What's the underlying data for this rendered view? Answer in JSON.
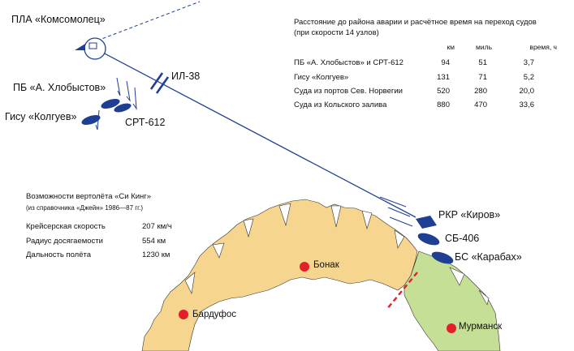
{
  "labels": {
    "sub": "ПЛА «Комсомолец»",
    "il38": "ИЛ-38",
    "pb": "ПБ «А. Хлобыстов»",
    "gisu": "Гису «Колгуев»",
    "srt": "СРТ-612",
    "rkr": "РКР «Киров»",
    "sb": "СБ-406",
    "bs": "БС «Карабах»",
    "bonak": "Бонак",
    "bardufos": "Бардуфос",
    "murmansk": "Мурманск"
  },
  "distance_table": {
    "title": "Расстояние до района аварии и расчётное время на переход судов",
    "subtitle": "(при скорости 14 узлов)",
    "headers": [
      "км",
      "миль",
      "время, ч"
    ],
    "rows": [
      {
        "name": "ПБ «А. Хлобыстов» и СРТ-612",
        "km": "94",
        "miles": "51",
        "time": "3,7"
      },
      {
        "name": "Гису «Колгуев»",
        "km": "131",
        "miles": "71",
        "time": "5,2"
      },
      {
        "name": "Суда из портов Сев. Норвегии",
        "km": "520",
        "miles": "280",
        "time": "20,0"
      },
      {
        "name": "Суда из Кольского залива",
        "km": "880",
        "miles": "470",
        "time": "33,6"
      }
    ]
  },
  "helicopter": {
    "title": "Возможности вертолёта «Си Кинг»",
    "subtitle": "(из справочника «Джейн» 1986—87 гг.)",
    "rows": [
      {
        "label": "Крейсерская скорость",
        "value": "207 км/ч"
      },
      {
        "label": "Радиус досягаемости",
        "value": "554 км"
      },
      {
        "label": "Дальность полёта",
        "value": "1230 км"
      }
    ]
  },
  "colors": {
    "norway": "#f6d58e",
    "russia": "#c5df96",
    "navy": "#1f3f93",
    "city": "#e3202a",
    "border": "#e3202a"
  }
}
